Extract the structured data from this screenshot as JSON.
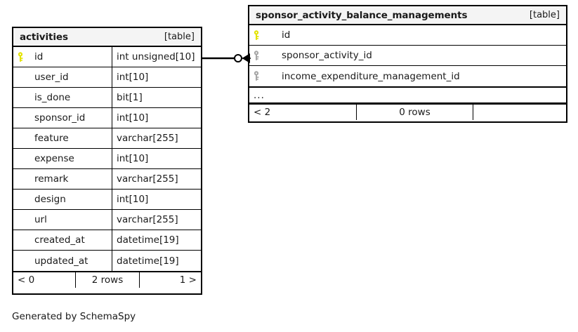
{
  "diagram": {
    "caption": "Generated by SchemaSpy",
    "colors": {
      "primary_key_icon": "#e3e300",
      "foreign_key_icon": "#a6a6a6",
      "border": "#000000",
      "header_background": "#f4f4f4",
      "page_background": "#ffffff"
    }
  },
  "tables": [
    {
      "id": "activities",
      "name": "activities",
      "type_label": "[table]",
      "columns": [
        {
          "key": "primary",
          "name": "id",
          "type": "int unsigned[10]"
        },
        {
          "key": "none",
          "name": "user_id",
          "type": "int[10]"
        },
        {
          "key": "none",
          "name": "is_done",
          "type": "bit[1]"
        },
        {
          "key": "none",
          "name": "sponsor_id",
          "type": "int[10]"
        },
        {
          "key": "none",
          "name": "feature",
          "type": "varchar[255]"
        },
        {
          "key": "none",
          "name": "expense",
          "type": "int[10]"
        },
        {
          "key": "none",
          "name": "remark",
          "type": "varchar[255]"
        },
        {
          "key": "none",
          "name": "design",
          "type": "int[10]"
        },
        {
          "key": "none",
          "name": "url",
          "type": "varchar[255]"
        },
        {
          "key": "none",
          "name": "created_at",
          "type": "datetime[19]"
        },
        {
          "key": "none",
          "name": "updated_at",
          "type": "datetime[19]"
        }
      ],
      "has_more_row": false,
      "footer": {
        "prev": "< 0",
        "count": "2 rows",
        "next": "1 >"
      }
    },
    {
      "id": "sponsor_activity_balance_managements",
      "name": "sponsor_activity_balance_managements",
      "type_label": "[table]",
      "columns": [
        {
          "key": "primary",
          "name": "id",
          "type": ""
        },
        {
          "key": "foreign",
          "name": "sponsor_activity_id",
          "type": ""
        },
        {
          "key": "foreign",
          "name": "income_expenditure_management_id",
          "type": ""
        }
      ],
      "has_more_row": true,
      "more_label": "...",
      "footer": {
        "prev": "< 2",
        "count": "0 rows",
        "next": ""
      }
    }
  ],
  "relationships": [
    {
      "id": "activities-id-to-sabm-sponsor-activity-id",
      "from_table": "activities",
      "from_column": "id",
      "to_table": "sponsor_activity_balance_managements",
      "to_column": "sponsor_activity_id",
      "from_cardinality": "one",
      "to_cardinality": "zero-or-many"
    }
  ]
}
